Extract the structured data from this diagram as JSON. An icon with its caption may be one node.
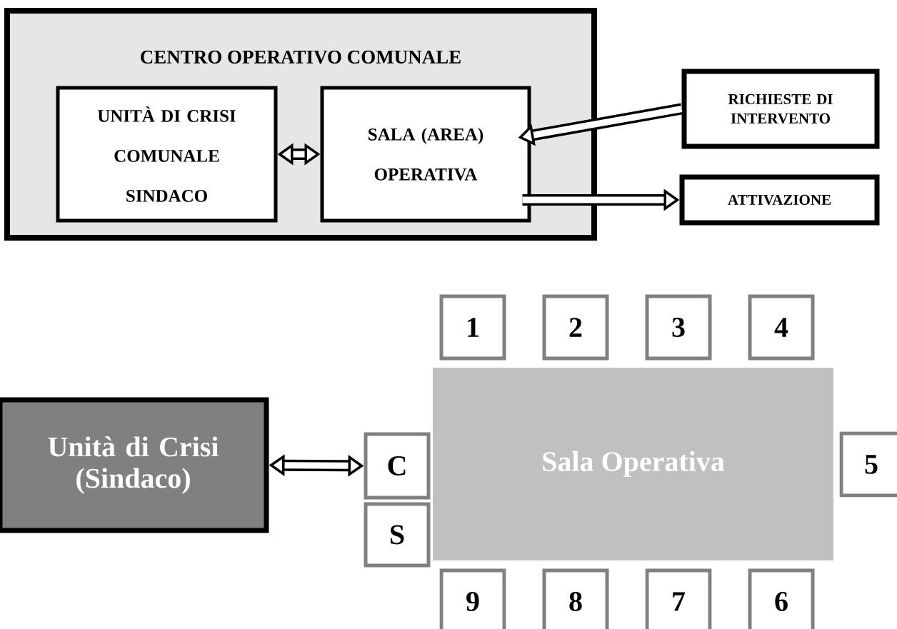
{
  "diagram": {
    "nodes": [
      {
        "text": [
          "CENTRO OPERATIVO COMUNALE"
        ]
      },
      {
        "text": [
          "UNITÀ DI CRISI COMUNALE SINDACO"
        ],
        "in": 0
      },
      {
        "text": [
          "SALA (AREA) OPERATIVA"
        ],
        "in": 0
      },
      {
        "text": [
          "RICHIESTE DI INTERVENTO"
        ]
      },
      {
        "text": [
          "ATTIVAZIONE"
        ]
      },
      {
        "text": [
          "Unità di Crisi (Sindaco)"
        ]
      },
      {
        "text": [
          "Sala Operativa"
        ]
      },
      {
        "text": [
          "C"
        ]
      },
      {
        "text": [
          "S"
        ]
      },
      {
        "text": [
          "1"
        ]
      },
      {
        "text": [
          "2"
        ]
      },
      {
        "text": [
          "3"
        ]
      },
      {
        "text": [
          "4"
        ]
      },
      {
        "text": [
          "5"
        ]
      },
      {
        "text": [
          "9"
        ]
      },
      {
        "text": [
          "8"
        ]
      },
      {
        "text": [
          "7"
        ]
      },
      {
        "text": [
          "6"
        ]
      }
    ],
    "edges": [
      {
        "from": 1,
        "to": 2,
        "arrow": "both"
      },
      {
        "from": 3,
        "to": 2,
        "arrow": "to"
      },
      {
        "from": 2,
        "to": 4,
        "arrow": "to"
      },
      {
        "from": 5,
        "to": 7,
        "arrow": "both"
      }
    ]
  }
}
